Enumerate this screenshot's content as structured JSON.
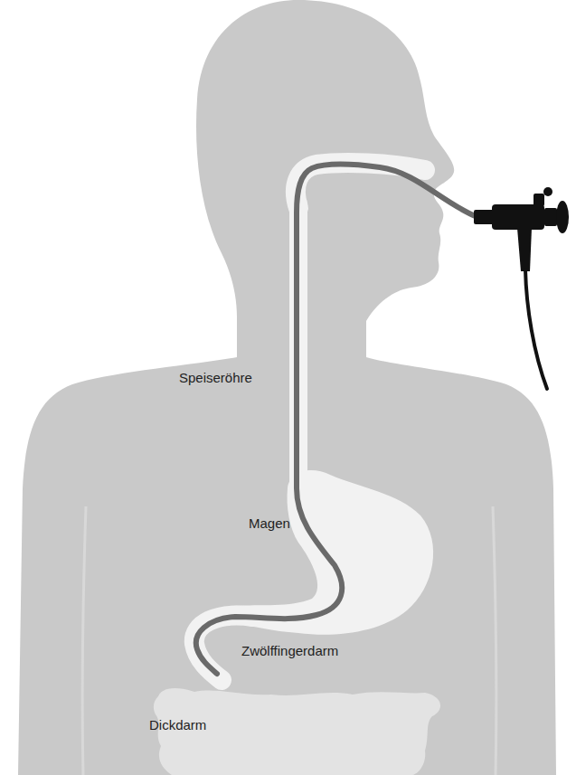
{
  "diagram": {
    "labels": [
      "Speiseröhre",
      "Magen",
      "Zwölffingerdarm",
      "Dickdarm"
    ]
  }
}
